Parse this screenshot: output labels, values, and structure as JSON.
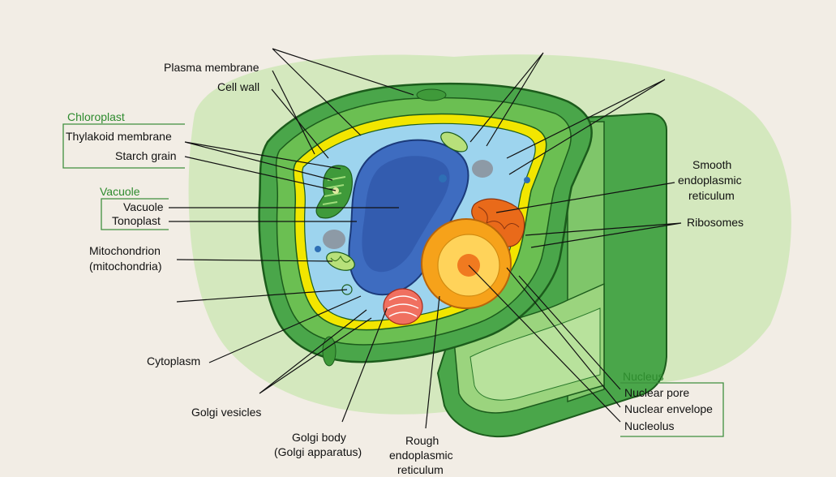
{
  "groups": {
    "chloroplast": "Chloroplast",
    "vacuole": "Vacuole",
    "nucleus": "Nucleus"
  },
  "labels": {
    "plasma_membrane": "Plasma membrane",
    "cell_wall": "Cell wall",
    "thylakoid_membrane": "Thylakoid membrane",
    "starch_grain": "Starch grain",
    "vacuole": "Vacuole",
    "tonoplast": "Tonoplast",
    "mitochondrion_1": "Mitochondrion",
    "mitochondrion_2": "(mitochondria)",
    "cytoplasm": "Cytoplasm",
    "golgi_vesicles": "Golgi vesicles",
    "golgi_body_1": "Golgi body",
    "golgi_body_2": "(Golgi apparatus)",
    "rough_er_1": "Rough",
    "rough_er_2": "endoplasmic",
    "rough_er_3": "reticulum",
    "smooth_er_1": "Smooth",
    "smooth_er_2": "endoplasmic",
    "smooth_er_3": "reticulum",
    "ribosomes": "Ribosomes",
    "nuclear_pore": "Nuclear pore",
    "nuclear_envelope": "Nuclear envelope",
    "nucleolus": "Nucleolus"
  },
  "colors": {
    "background": "#f2ede5",
    "halo": "#c9e6b0",
    "cell_wall_dark": "#4aa64a",
    "cell_wall_light": "#8fcc6e",
    "membrane": "#f2e600",
    "cytoplasm": "#9dd4ee",
    "vacuole": "#3e6cc0",
    "nucleus": "#f6a21a",
    "group_label": "#2e8b2e"
  }
}
